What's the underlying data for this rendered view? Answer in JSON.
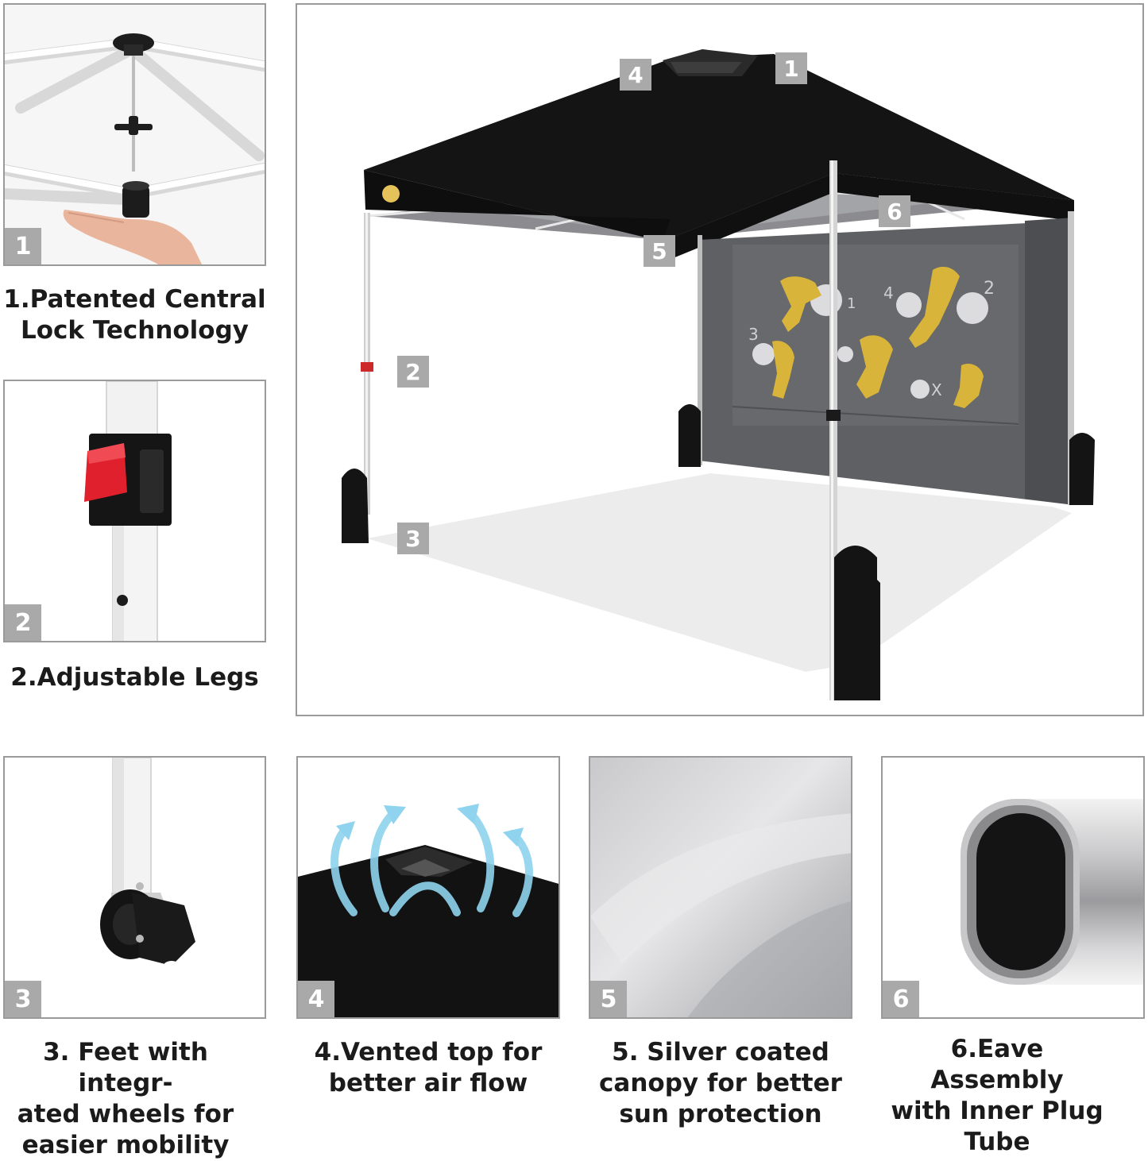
{
  "feature_badges": [
    "1",
    "2",
    "3",
    "4",
    "5",
    "6"
  ],
  "main_callouts": [
    "4",
    "1",
    "6",
    "5",
    "2",
    "3"
  ],
  "captions": {
    "c1": "1.Patented Central\nLock Technology",
    "c2": "2.Adjustable Legs",
    "c3": "3. Feet with integr-\nated wheels for\neasier mobility",
    "c4": "4.Vented top for\nbetter air flow",
    "c5": "5. Silver coated\ncanopy for better\nsun protection",
    "c6": "6.Eave Assembly\nwith Inner Plug\nTube"
  },
  "sidewall_target_numbers": [
    "1",
    "2",
    "3",
    "4",
    "X"
  ],
  "colors": {
    "canopy": "#151515",
    "sidewall": "#5f6064",
    "badge": "#a9a9a9",
    "lock_red": "#e0202c",
    "vent_arrow": "#8fd3ee",
    "graphic_yellow": "#d9b43a"
  }
}
